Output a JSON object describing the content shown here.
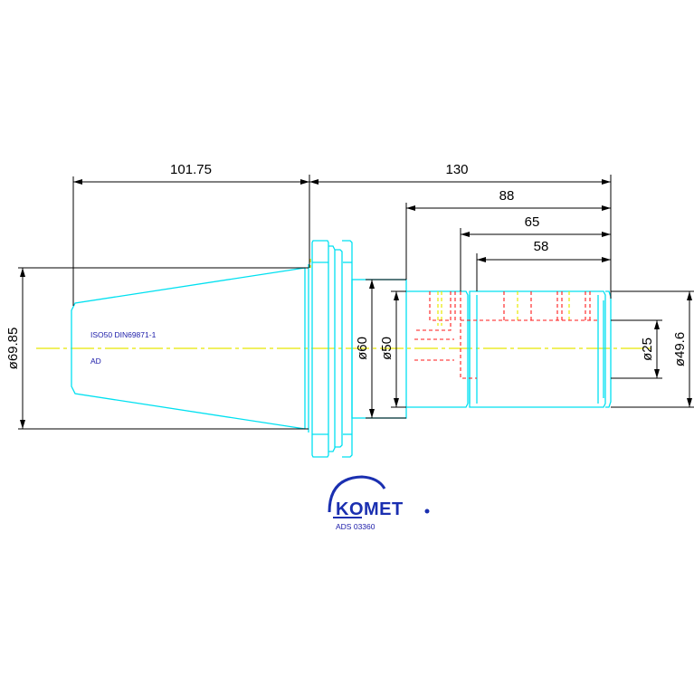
{
  "drawing": {
    "dimensions": {
      "taper_length": "101.75",
      "overall_length": "130",
      "length_88": "88",
      "length_65": "65",
      "length_58": "58",
      "dia_flange": "ø69.85",
      "dia_60": "ø60",
      "dia_50": "ø50",
      "dia_25": "ø25",
      "dia_49_6": "ø49.6"
    },
    "notes": {
      "standard": "ISO50 DIN69871-1",
      "variant": "AD"
    },
    "brand": {
      "logo": "KOMET",
      "part_number": "ADS 03360"
    },
    "colors": {
      "outline": "#00e0f0",
      "dimension": "#000000",
      "centerline": "#e8e800",
      "hidden": "#ff1a1a",
      "brand": "#1a2fb0"
    }
  }
}
